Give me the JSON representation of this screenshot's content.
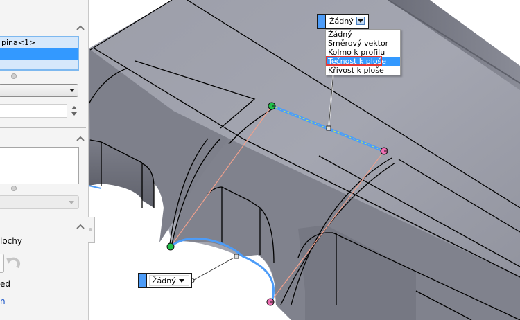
{
  "property_panel": {
    "selection_list": {
      "items": [
        {
          "label": "pina<1>",
          "selected": false
        },
        {
          "label": "",
          "selected": true
        },
        {
          "label": "",
          "selected": false
        }
      ]
    },
    "type_combo": {
      "value": ""
    },
    "numeric_field": {
      "value": ""
    },
    "second_list": {
      "items": []
    },
    "second_combo": {
      "value": "",
      "disabled": true
    },
    "labels": {
      "surface_label": "lochy",
      "option_label": "ed",
      "link_label": "n"
    },
    "icons": {
      "collapse": "chevron-up-icon",
      "undo": "undo-icon"
    }
  },
  "viewport": {
    "colors": {
      "model_body": "#8e909c",
      "edge_line": "#000000",
      "selected_edge": "#4d9cf8",
      "start_point": "#22c14a",
      "end_point": "#ee6fb3",
      "connector_line": "#f2a08c"
    },
    "callout_top": {
      "value": "Žádný",
      "dropdown_open": true,
      "options": [
        {
          "label": "Žádný",
          "highlighted": false
        },
        {
          "label": "Směrový vektor",
          "highlighted": false
        },
        {
          "label": "Kolmo k profilu",
          "highlighted": false
        },
        {
          "label": "Tečnost k ploše",
          "highlighted": true
        },
        {
          "label": "Křivost k ploše",
          "highlighted": false
        }
      ]
    },
    "callout_bottom": {
      "value": "Žádný",
      "dropdown_open": false
    }
  }
}
